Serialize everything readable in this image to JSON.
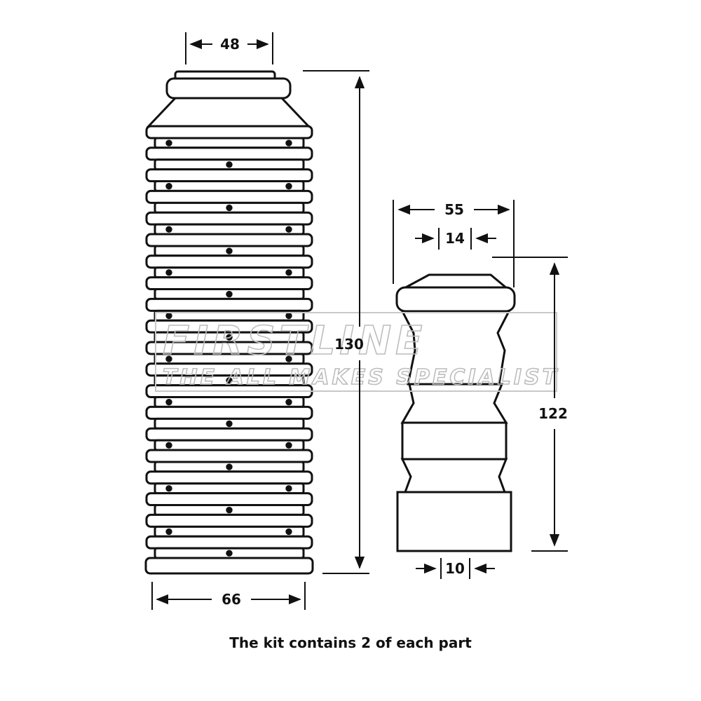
{
  "watermark": {
    "brand": "FIRSTLINE",
    "tagline": "THE ALL MAKES SPECIALIST"
  },
  "dust_cover": {
    "top_diameter": "48",
    "length": "130",
    "bottom_diameter": "66"
  },
  "bump_stop": {
    "outer_diameter": "55",
    "top_bore": "14",
    "length": "122",
    "bottom_bore": "10"
  },
  "caption": "The kit contains 2 of each part"
}
